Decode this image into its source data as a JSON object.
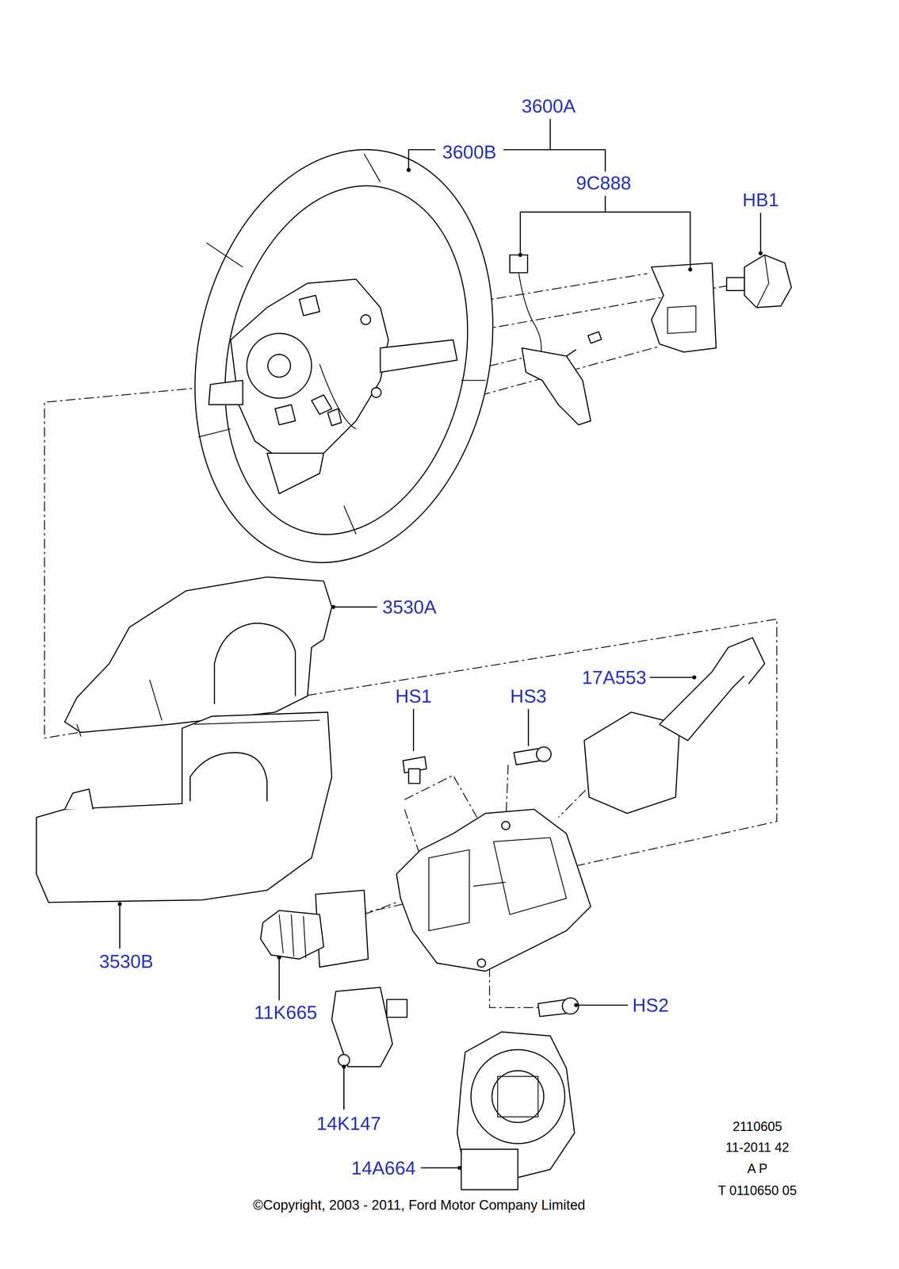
{
  "diagram": {
    "labels": [
      "3600A",
      "3600B",
      "9C888",
      "HB1",
      "3530A",
      "17A553",
      "HS1",
      "HS3",
      "3530B",
      "11K665",
      "HS2",
      "14K147",
      "14A664",
      "2110605",
      "11-2011 42",
      "A P",
      "T 0110650 05",
      "©Copyright, 2003 - 2011, Ford Motor Company Limited"
    ]
  }
}
